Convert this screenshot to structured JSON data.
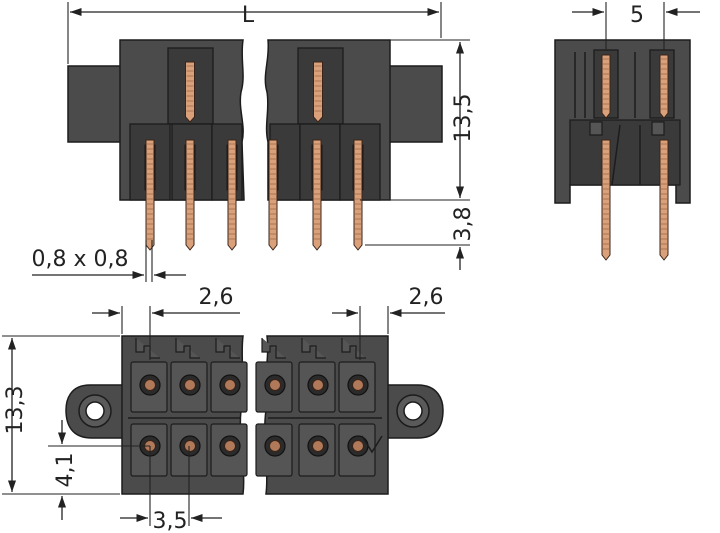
{
  "dimensions": {
    "length_label": "L",
    "pitch_side": "5",
    "height_body": "13,5",
    "pin_length": "3,8",
    "pin_section": "0,8 x 0,8",
    "offset_left": "2,6",
    "offset_right": "2,6",
    "height_bottom": "13,3",
    "row_offset": "4,1",
    "pitch": "3,5"
  },
  "colors": {
    "housing": "#4b4b4b",
    "housing_dark": "#3a3a3a",
    "pin": "#d9a07a",
    "outline": "#1c1c1c"
  }
}
